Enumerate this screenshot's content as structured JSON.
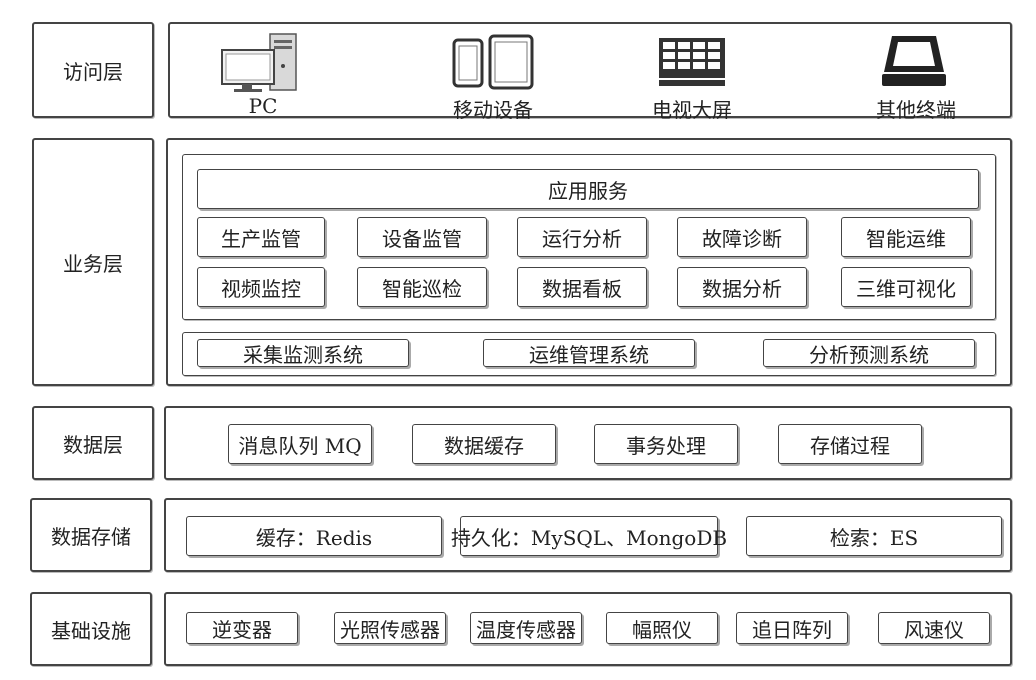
{
  "layers": {
    "access": "访问层",
    "business": "业务层",
    "data": "数据层",
    "storage": "数据存储",
    "infra": "基础设施"
  },
  "access": {
    "devices": [
      {
        "label": "PC",
        "icon": "pc-icon"
      },
      {
        "label": "移动设备",
        "icon": "mobile-device-icon"
      },
      {
        "label": "电视大屏",
        "icon": "tv-screen-icon"
      },
      {
        "label": "其他终端",
        "icon": "other-terminal-icon"
      }
    ]
  },
  "business": {
    "app_service": "应用服务",
    "row1": [
      "生产监管",
      "设备监管",
      "运行分析",
      "故障诊断",
      "智能运维"
    ],
    "row2": [
      "视频监控",
      "智能巡检",
      "数据看板",
      "数据分析",
      "三维可视化"
    ],
    "systems": [
      "采集监测系统",
      "运维管理系统",
      "分析预测系统"
    ]
  },
  "data_layer": {
    "items": [
      "消息队列 MQ",
      "数据缓存",
      "事务处理",
      "存储过程"
    ]
  },
  "storage": {
    "items": [
      "缓存：Redis",
      "持久化：MySQL、MongoDB",
      "检索：ES"
    ]
  },
  "infra": {
    "items": [
      "逆变器",
      "光照传感器",
      "温度传感器",
      "幅照仪",
      "追日阵列",
      "风速仪"
    ]
  }
}
